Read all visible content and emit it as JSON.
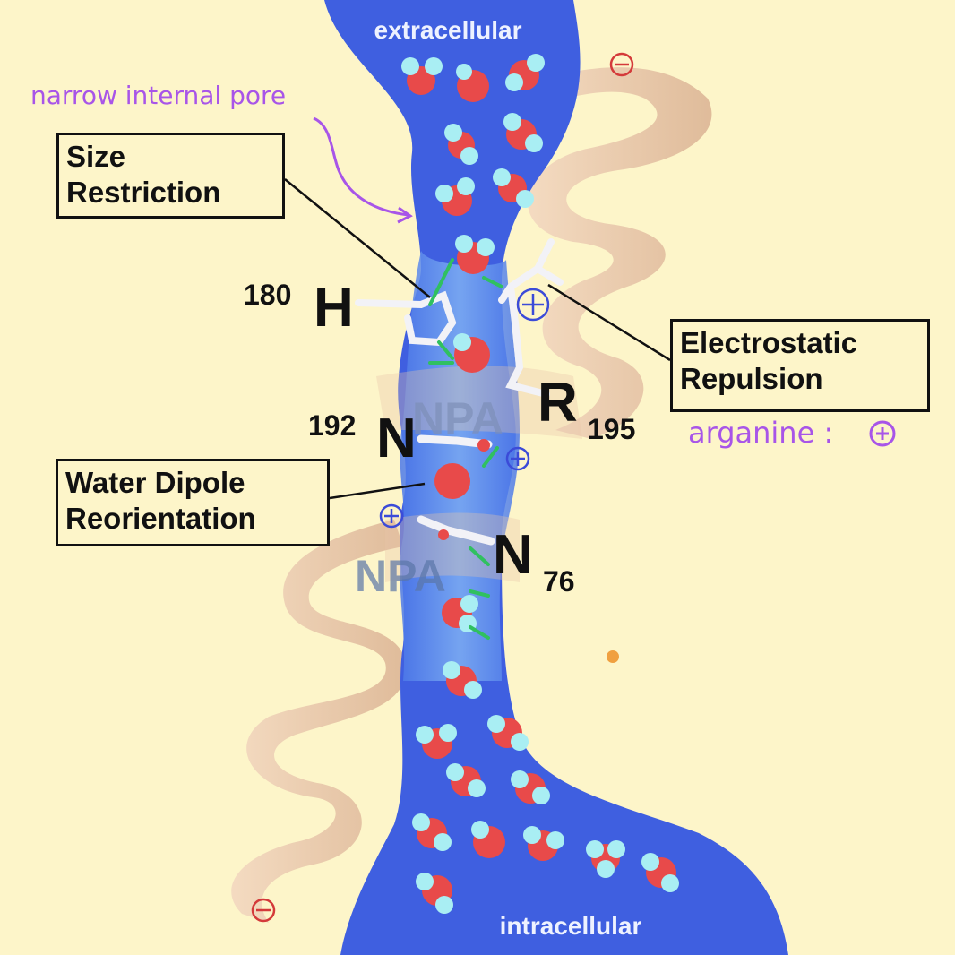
{
  "labels": {
    "extracellular": "extracellular",
    "intracellular": "intracellular",
    "size_line1": "Size",
    "size_line2": "Restriction",
    "electro_line1": "Electrostatic",
    "electro_line2": "Repulsion",
    "water_line1": "Water Dipole",
    "water_line2": "Reorientation"
  },
  "residues": {
    "h_num": "180",
    "h_letter": "H",
    "r_letter": "R",
    "r_num": "195",
    "n1_num": "192",
    "n1_letter": "N",
    "n2_letter": "N",
    "n2_num": "76",
    "npa_top": "NPA",
    "npa_bottom": "NPA"
  },
  "annotations": {
    "pore": "narrow internal pore",
    "arginine": "arganine :"
  },
  "colors": {
    "background": "#fdf5c9",
    "channel": "#3f5fe0",
    "channel_light": "#6d9cf0",
    "helix": "#e9c7a8",
    "water_oxygen": "#e84a4a",
    "water_hydrogen": "#a9eef3",
    "annotation": "#a855e8",
    "charge": "#3b4bd8"
  }
}
